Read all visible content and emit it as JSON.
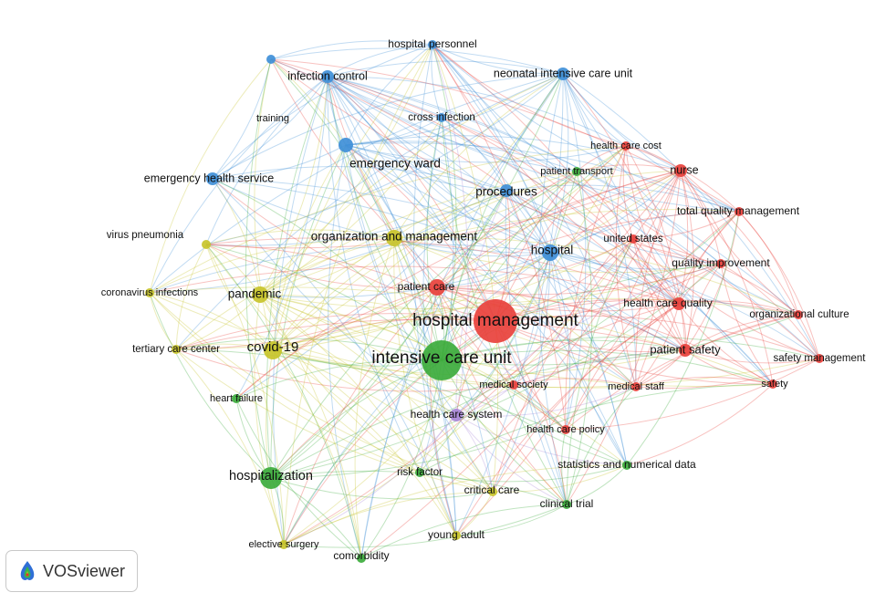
{
  "diagram": {
    "type": "keyword co-occurrence network",
    "cluster_colors": {
      "red": "#e8413c",
      "green": "#3cab3c",
      "blue": "#3f8fd8",
      "yellow": "#c8c42a",
      "purple": "#a887d6"
    },
    "nodes": [
      {
        "id": "hospital_personnel",
        "label": "hospital personnel",
        "cluster": "blue",
        "weight": 1
      },
      {
        "id": "neonatal_icu",
        "label": "neonatal intensive care unit",
        "cluster": "blue",
        "weight": 2
      },
      {
        "id": "infection_control",
        "label": "infection control",
        "cluster": "blue",
        "weight": 2
      },
      {
        "id": "training",
        "label": "training",
        "cluster": "blue",
        "weight": 1
      },
      {
        "id": "cross_infection",
        "label": "cross infection",
        "cluster": "blue",
        "weight": 1
      },
      {
        "id": "emergency_ward",
        "label": "emergency ward",
        "cluster": "blue",
        "weight": 3
      },
      {
        "id": "emergency_health_service",
        "label": "emergency health service",
        "cluster": "blue",
        "weight": 2
      },
      {
        "id": "procedures",
        "label": "procedures",
        "cluster": "blue",
        "weight": 2
      },
      {
        "id": "hospital",
        "label": "hospital",
        "cluster": "blue",
        "weight": 3
      },
      {
        "id": "health_care_cost",
        "label": "health care cost",
        "cluster": "red",
        "weight": 1
      },
      {
        "id": "patient_transport",
        "label": "patient transport",
        "cluster": "green",
        "weight": 1
      },
      {
        "id": "nurse",
        "label": "nurse",
        "cluster": "red",
        "weight": 2
      },
      {
        "id": "total_quality_management",
        "label": "total quality management",
        "cluster": "red",
        "weight": 1
      },
      {
        "id": "united_states",
        "label": "united states",
        "cluster": "red",
        "weight": 1
      },
      {
        "id": "quality_improvement",
        "label": "quality improvement",
        "cluster": "red",
        "weight": 1
      },
      {
        "id": "organization_and_management",
        "label": "organization and management",
        "cluster": "yellow",
        "weight": 3
      },
      {
        "id": "virus_pneumonia",
        "label": "virus pneumonia",
        "cluster": "yellow",
        "weight": 1
      },
      {
        "id": "coronavirus_infections",
        "label": "coronavirus infections",
        "cluster": "yellow",
        "weight": 1
      },
      {
        "id": "pandemic",
        "label": "pandemic",
        "cluster": "yellow",
        "weight": 3
      },
      {
        "id": "patient_care",
        "label": "patient care",
        "cluster": "red",
        "weight": 3
      },
      {
        "id": "hospital_management",
        "label": "hospital management",
        "cluster": "red",
        "weight": 6
      },
      {
        "id": "health_care_quality",
        "label": "health care quality",
        "cluster": "red",
        "weight": 2
      },
      {
        "id": "organizational_culture",
        "label": "organizational culture",
        "cluster": "red",
        "weight": 1
      },
      {
        "id": "tertiary_care_center",
        "label": "tertiary care center",
        "cluster": "yellow",
        "weight": 1
      },
      {
        "id": "covid19",
        "label": "covid-19",
        "cluster": "yellow",
        "weight": 3
      },
      {
        "id": "intensive_care_unit",
        "label": "intensive care unit",
        "cluster": "green",
        "weight": 6
      },
      {
        "id": "patient_safety",
        "label": "patient safety",
        "cluster": "red",
        "weight": 2
      },
      {
        "id": "safety_management",
        "label": "safety management",
        "cluster": "red",
        "weight": 1
      },
      {
        "id": "safety",
        "label": "safety",
        "cluster": "red",
        "weight": 1
      },
      {
        "id": "medical_society",
        "label": "medical society",
        "cluster": "red",
        "weight": 1
      },
      {
        "id": "medical_staff",
        "label": "medical staff",
        "cluster": "red",
        "weight": 1
      },
      {
        "id": "heart_failure",
        "label": "heart failure",
        "cluster": "green",
        "weight": 1
      },
      {
        "id": "health_care_system",
        "label": "health care system",
        "cluster": "purple",
        "weight": 2
      },
      {
        "id": "health_care_policy",
        "label": "health care policy",
        "cluster": "red",
        "weight": 1
      },
      {
        "id": "hospitalization",
        "label": "hospitalization",
        "cluster": "green",
        "weight": 4
      },
      {
        "id": "risk_factor",
        "label": "risk factor",
        "cluster": "green",
        "weight": 1
      },
      {
        "id": "statistics_numerical_data",
        "label": "statistics and numerical data",
        "cluster": "green",
        "weight": 1
      },
      {
        "id": "critical_care",
        "label": "critical care",
        "cluster": "yellow",
        "weight": 1
      },
      {
        "id": "clinical_trial",
        "label": "clinical trial",
        "cluster": "green",
        "weight": 1
      },
      {
        "id": "young_adult",
        "label": "young adult",
        "cluster": "yellow",
        "weight": 1
      },
      {
        "id": "elective_surgery",
        "label": "elective surgery",
        "cluster": "yellow",
        "weight": 1
      },
      {
        "id": "comorbidity",
        "label": "comorbidity",
        "cluster": "green",
        "weight": 1
      }
    ]
  },
  "logo": {
    "text": "VOSviewer",
    "icon": "vosviewer-logo-icon"
  }
}
